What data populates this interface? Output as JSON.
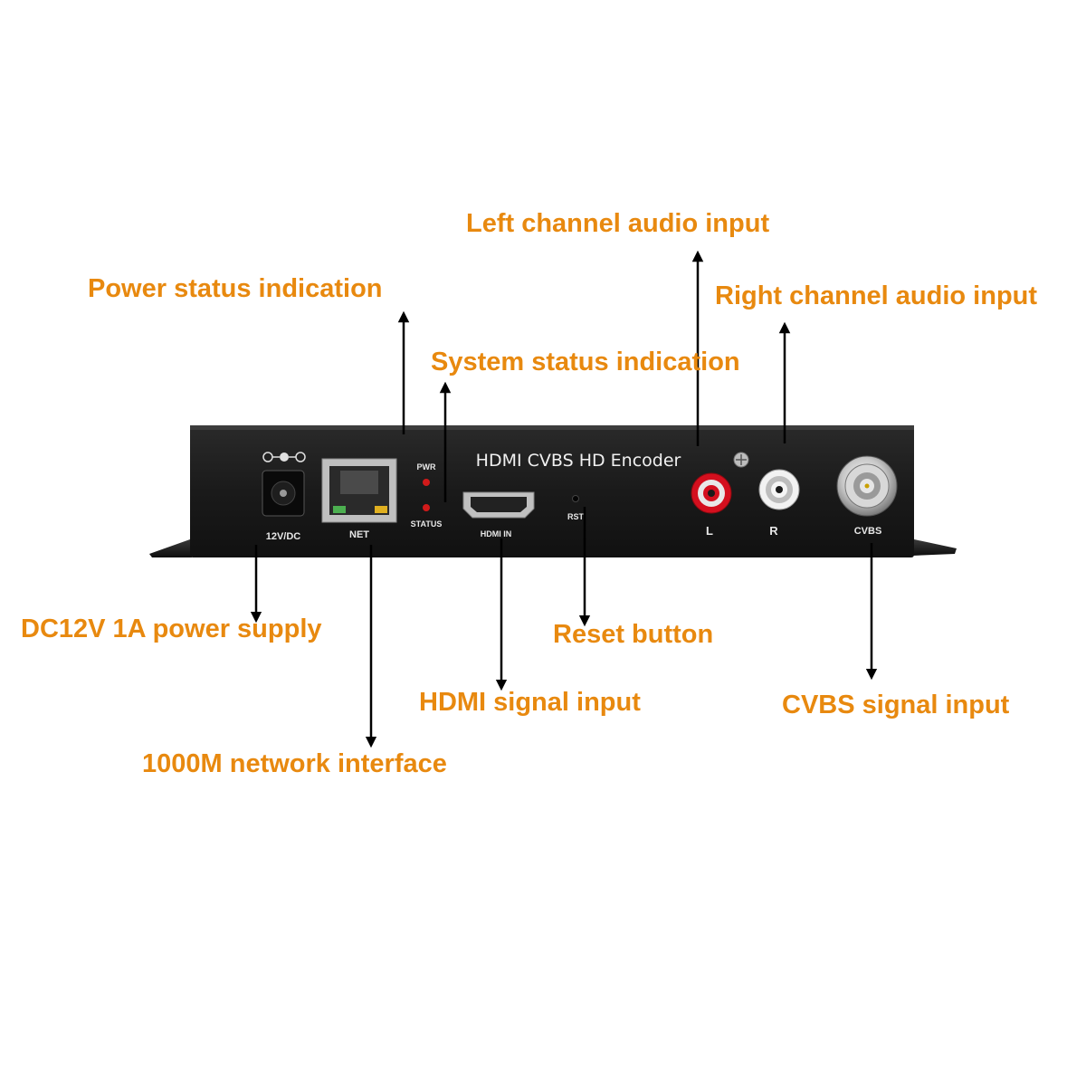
{
  "colors": {
    "callout_text": "#e8890f",
    "arrow": "#000000",
    "device_body": "#1c1c1c",
    "background": "#ffffff",
    "led": "#d11a1a",
    "left_jack": "#d40f1e",
    "right_jack": "#f2f2f2",
    "port_metal": "#c9c9c9"
  },
  "device": {
    "title": "HDMI CVBS HD Encoder",
    "labels": {
      "power_in": "12V/DC",
      "net": "NET",
      "pwr": "PWR",
      "status": "STATUS",
      "hdmi_in": "HDMI IN",
      "rst": "RST",
      "left": "L",
      "right": "R",
      "cvbs": "CVBS"
    }
  },
  "callouts": {
    "left_audio": "Left channel audio input",
    "power_status": "Power status indication",
    "right_audio": "Right channel audio input",
    "system_status": "System status indication",
    "dc_power": "DC12V 1A power supply",
    "reset": "Reset button",
    "hdmi_input": "HDMI signal input",
    "cvbs_input": "CVBS signal input",
    "network": "1000M network interface"
  }
}
